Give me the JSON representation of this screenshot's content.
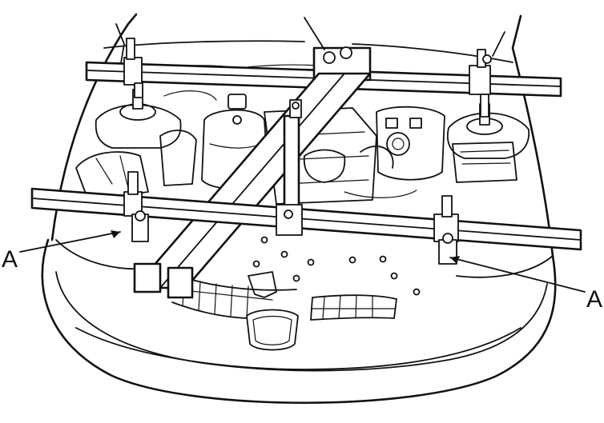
{
  "figure": {
    "callouts": [
      {
        "label": "A",
        "side": "left"
      },
      {
        "label": "A",
        "side": "right"
      }
    ]
  },
  "colors": {
    "ink": "#111111",
    "background": "#ffffff"
  }
}
